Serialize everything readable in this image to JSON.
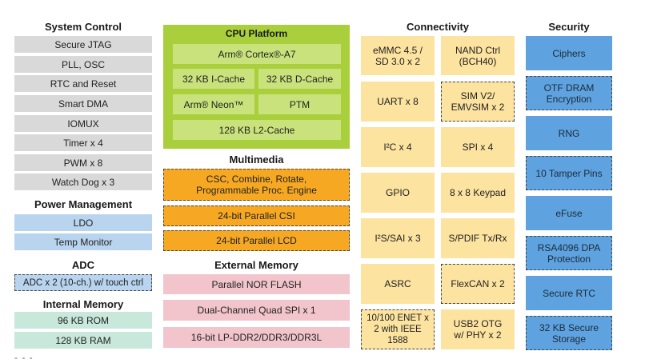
{
  "system_control": {
    "title": "System Control",
    "items": [
      "Secure JTAG",
      "PLL, OSC",
      "RTC and Reset",
      "Smart DMA",
      "IOMUX",
      "Timer x 4",
      "PWM x 8",
      "Watch Dog x 3"
    ]
  },
  "power_management": {
    "title": "Power Management",
    "items": [
      "LDO",
      "Temp Monitor"
    ]
  },
  "adc": {
    "title": "ADC",
    "items": [
      "ADC x 2 (10-ch.) w/ touch ctrl"
    ]
  },
  "internal_memory": {
    "title": "Internal Memory",
    "items": [
      "96 KB ROM",
      "128 KB RAM"
    ]
  },
  "cpu_platform": {
    "title": "CPU Platform",
    "core": "Arm® Cortex®-A7",
    "icache": "32 KB I-Cache",
    "dcache": "32 KB D-Cache",
    "neon": "Arm® Neon™",
    "ptm": "PTM",
    "l2": "128 KB L2-Cache"
  },
  "multimedia": {
    "title": "Multimedia",
    "items": [
      "CSC, Combine, Rotate, Programmable Proc. Engine",
      "24-bit Parallel CSI",
      "24-bit Parallel LCD"
    ]
  },
  "external_memory": {
    "title": "External Memory",
    "items": [
      "Parallel NOR FLASH",
      "Dual-Channel Quad SPI  x 1",
      "16-bit LP-DDR2/DDR3/DDR3L"
    ]
  },
  "connectivity": {
    "title": "Connectivity",
    "left": [
      "eMMC 4.5 / SD 3.0 x 2",
      "UART x 8",
      "I²C x 4",
      "GPIO",
      "I²S/SAI x 3",
      "ASRC",
      "10/100 ENET x 2 with IEEE 1588"
    ],
    "right": [
      "NAND Ctrl (BCH40)",
      "SIM V2/ EMVSIM x 2",
      "SPI  x 4",
      "8 x 8 Keypad",
      "S/PDIF Tx/Rx",
      "FlexCAN x 2",
      "USB2 OTG w/ PHY x 2"
    ]
  },
  "security": {
    "title": "Security",
    "items": [
      "Ciphers",
      "OTF DRAM Encryption",
      "RNG",
      "10 Tamper Pins",
      "eFuse",
      "RSA4096 DPA Protection",
      "Secure RTC",
      "32 KB Secure Storage"
    ]
  },
  "footer_mark": "- - -"
}
